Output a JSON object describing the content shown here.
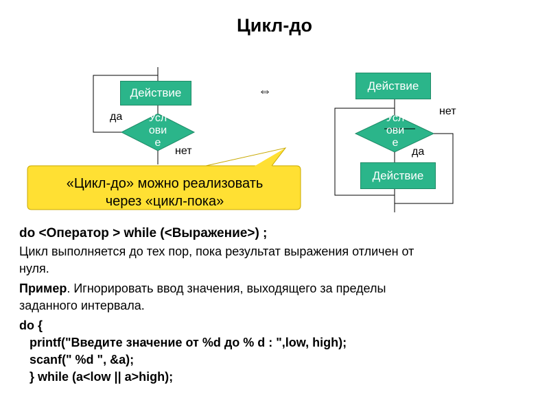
{
  "title": "Цикл-до",
  "left_diagram": {
    "action": "Действие",
    "condition": [
      "Усл",
      "ови",
      "е"
    ],
    "yes": "да",
    "no": "нет"
  },
  "equivalence_symbol": "⇔",
  "right_diagram": {
    "action_top": "Действие",
    "condition": [
      "Усл",
      "ови",
      "е"
    ],
    "no": "нет",
    "yes": "да",
    "action_bottom": "Действие"
  },
  "callout": {
    "line1": "«Цикл-до» можно реализовать",
    "line2": "через «цикл-пока»"
  },
  "body": {
    "syntax": "do <Оператор > while (<Выражение>) ;",
    "desc_line1": "Цикл выполняется до тех пор, пока результат выражения отличен от",
    "desc_line2": "нуля.",
    "example_label": "Пример",
    "example_line1": ". Игнорировать ввод значения, выходящего за пределы",
    "example_line2": "заданного интервала.",
    "code": [
      "do {",
      "   printf(\"Введите значение от %d до % d : \",low, high);",
      "   scanf(\" %d \", &a);",
      "   } while (a<low || a>high);"
    ]
  },
  "colors": {
    "block_fill": "#2bb58a",
    "callout_fill": "#ffe033",
    "line": "#000000"
  }
}
